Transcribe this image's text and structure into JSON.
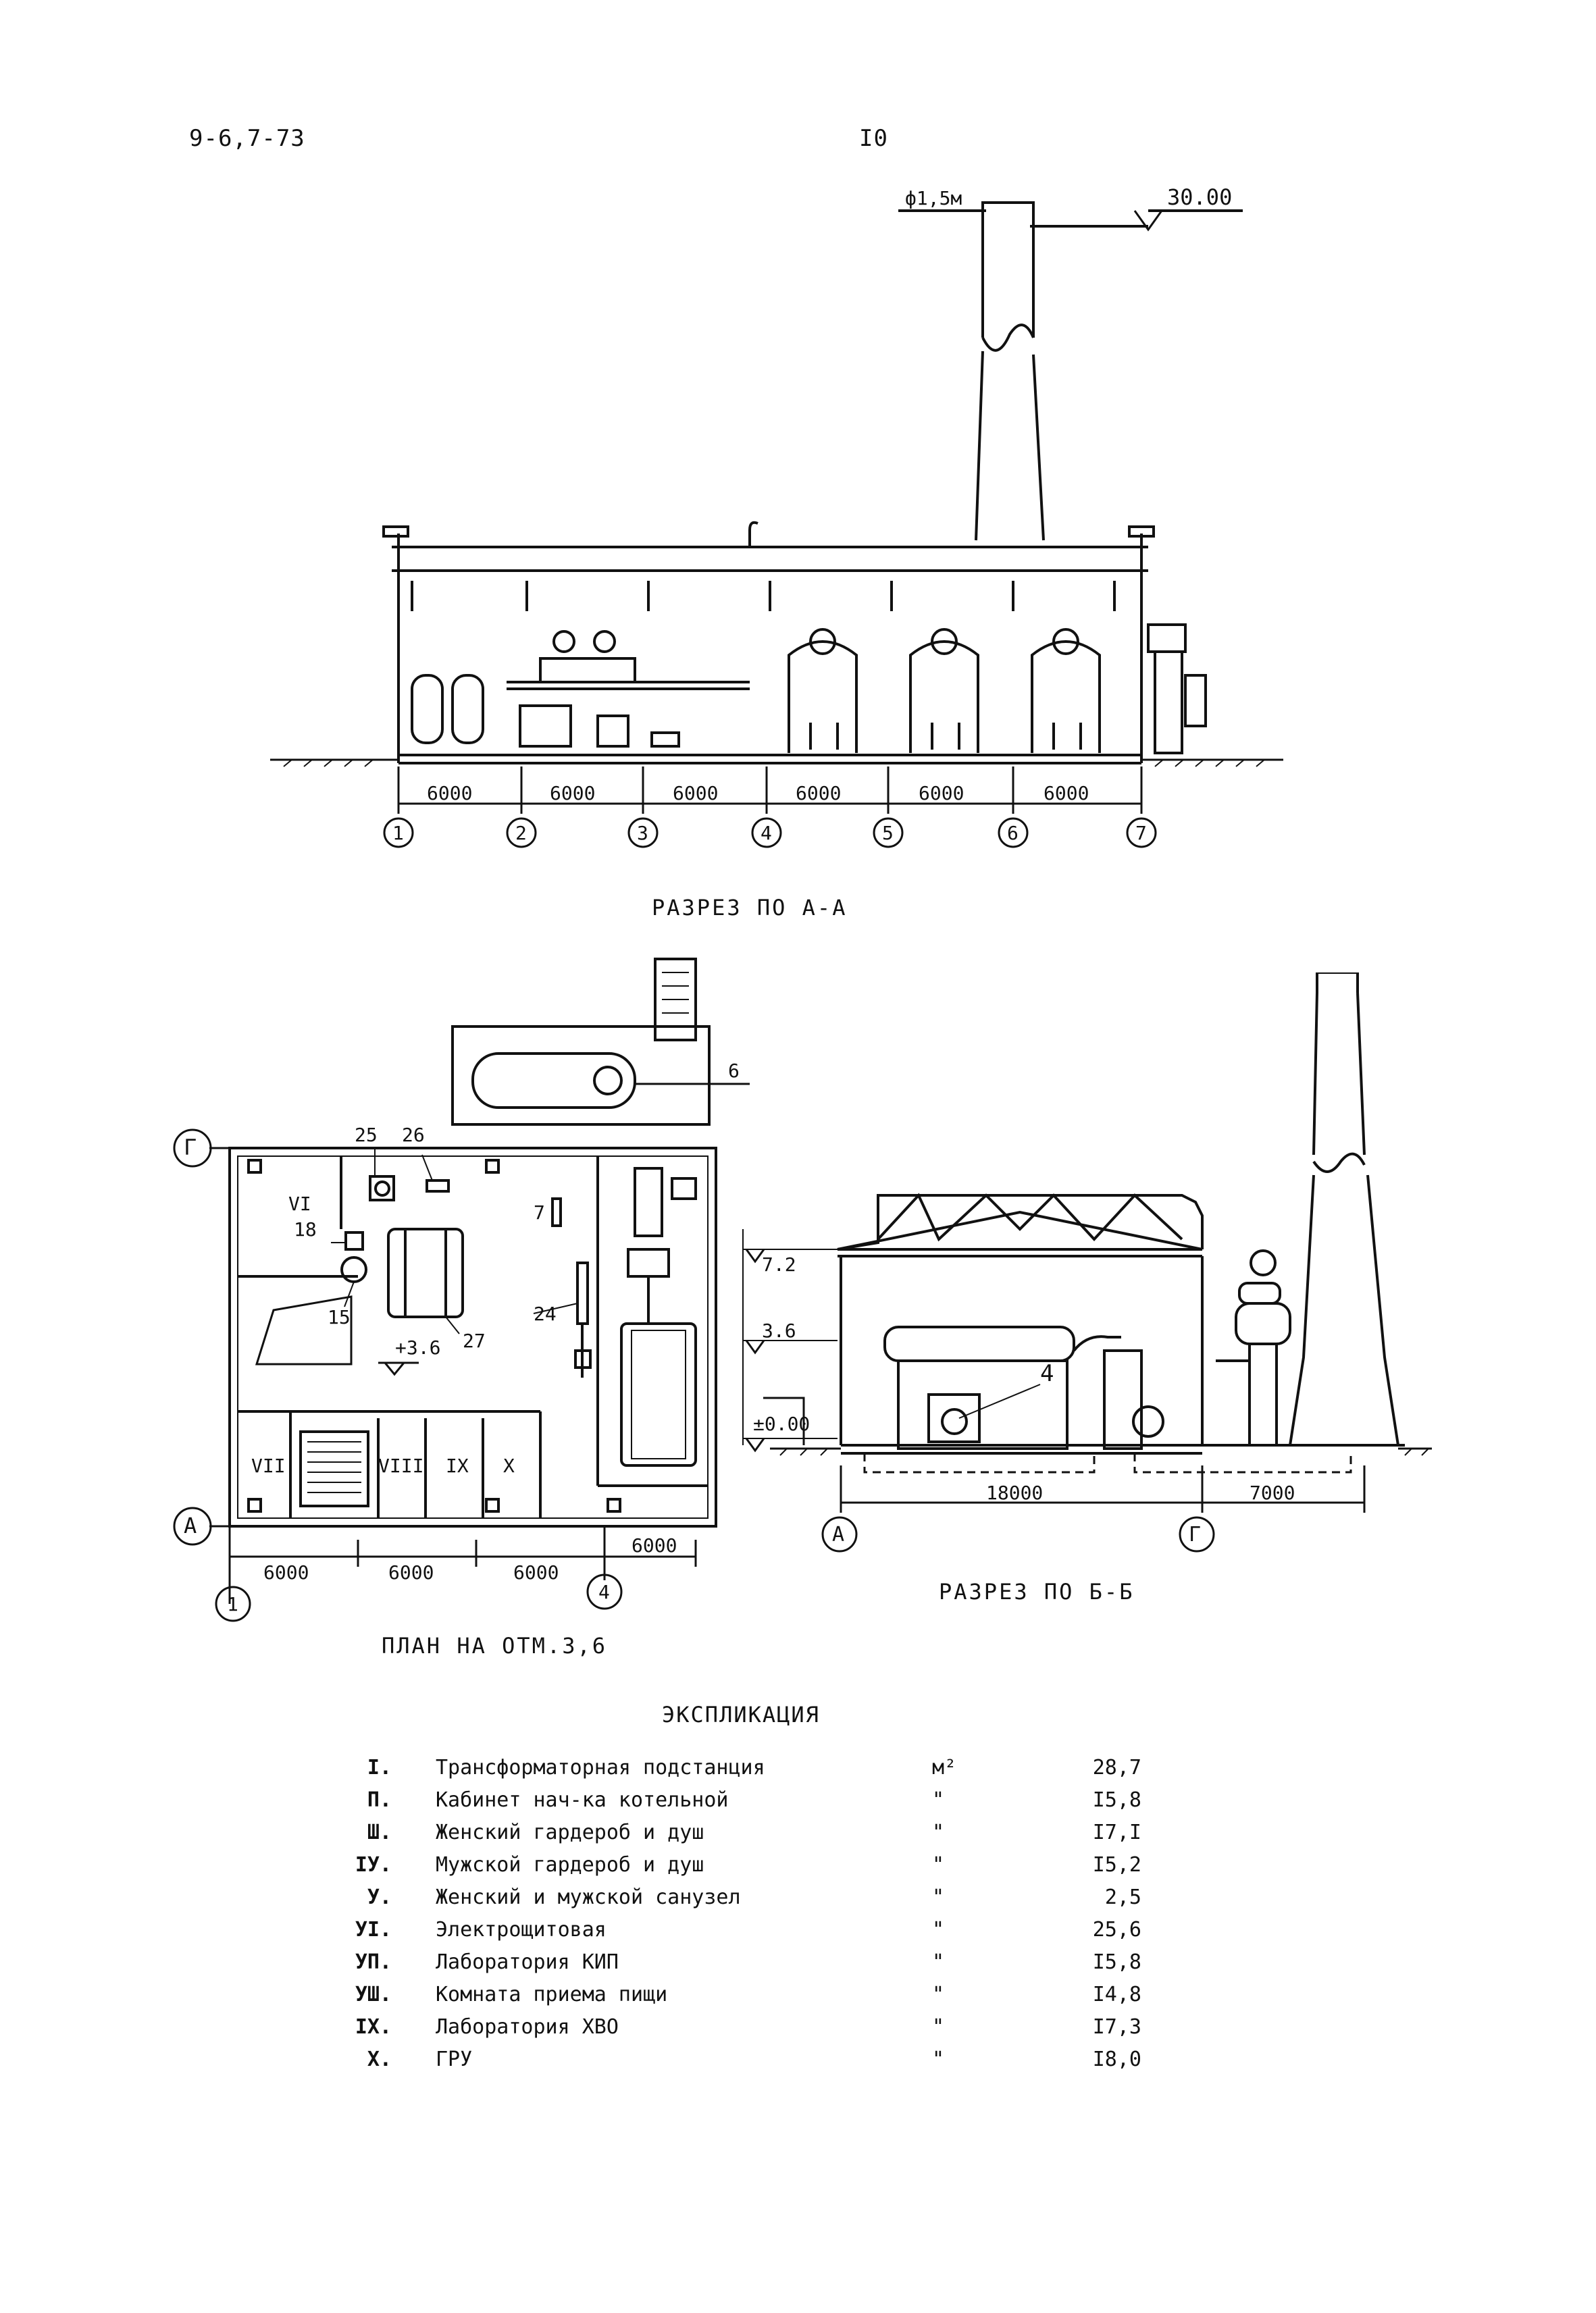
{
  "header": {
    "doc_code": "9-6,7-73",
    "page_number": "I0"
  },
  "section_aa": {
    "caption": "РАЗРЕЗ ПО А-А",
    "chimney_diameter": "ф1,5м",
    "chimney_top_mark": "30.00",
    "spans": [
      "6000",
      "6000",
      "6000",
      "6000",
      "6000",
      "6000"
    ],
    "axes": [
      "1",
      "2",
      "3",
      "4",
      "5",
      "6",
      "7"
    ]
  },
  "plan": {
    "caption": "ПЛАН НА ОТМ.3,6",
    "room_labels": [
      "VI",
      "VII",
      "VIII",
      "IX",
      "X"
    ],
    "callouts": [
      "25",
      "26",
      "18",
      "15",
      "27",
      "7",
      "24",
      "6"
    ],
    "level_mark": "+3.6",
    "spans": [
      "6000",
      "6000",
      "6000",
      "6000"
    ],
    "axis_letters": [
      "Г",
      "А"
    ],
    "axis_numbers": [
      "1",
      "4"
    ]
  },
  "section_bb": {
    "caption": "РАЗРЕЗ ПО Б-Б",
    "levels": [
      "7.2",
      "3.6",
      "±0.00"
    ],
    "callout": "4",
    "spans": [
      "18000",
      "7000"
    ],
    "axes": [
      "А",
      "Г"
    ]
  },
  "explication": {
    "title": "ЭКСПЛИКАЦИЯ",
    "rows": [
      {
        "num": "I.",
        "name": "Трансформаторная подстанция",
        "unit": "м²",
        "value": "28,7"
      },
      {
        "num": "П.",
        "name": "Кабинет нач-ка котельной",
        "unit": "\"",
        "value": "I5,8"
      },
      {
        "num": "Ш.",
        "name": "Женский гардероб и душ",
        "unit": "\"",
        "value": "I7,I"
      },
      {
        "num": "IУ.",
        "name": "Мужской гардероб и душ",
        "unit": "\"",
        "value": "I5,2"
      },
      {
        "num": "У.",
        "name": "Женский и мужской санузел",
        "unit": "\"",
        "value": "2,5"
      },
      {
        "num": "УI.",
        "name": "Электрощитовая",
        "unit": "\"",
        "value": "25,6"
      },
      {
        "num": "УП.",
        "name": "Лаборатория КИП",
        "unit": "\"",
        "value": "I5,8"
      },
      {
        "num": "УШ.",
        "name": "Комната приема пищи",
        "unit": "\"",
        "value": "I4,8"
      },
      {
        "num": "IX.",
        "name": "Лаборатория ХВО",
        "unit": "\"",
        "value": "I7,3"
      },
      {
        "num": "X.",
        "name": "ГРУ",
        "unit": "\"",
        "value": "I8,0"
      }
    ]
  }
}
